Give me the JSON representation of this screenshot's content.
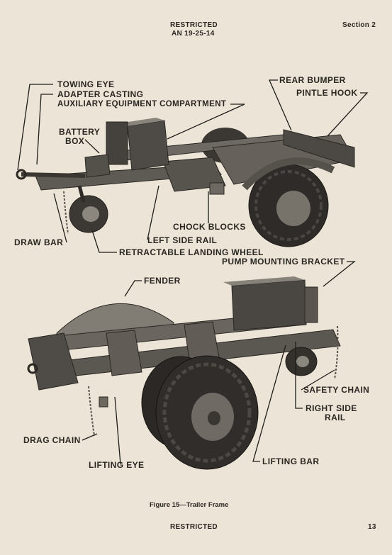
{
  "header": {
    "classification": "RESTRICTED",
    "doc_number": "AN 19-25-14",
    "section": "Section 2"
  },
  "top_figure": {
    "labels": {
      "towing_eye": "TOWING EYE",
      "adapter_casting": "ADAPTER CASTING",
      "auxiliary_compartment": "AUXILIARY EQUIPMENT COMPARTMENT",
      "battery_box_line1": "BATTERY",
      "battery_box_line2": "BOX",
      "rear_bumper": "REAR BUMPER",
      "pintle_hook": "PINTLE HOOK",
      "chock_blocks": "CHOCK BLOCKS",
      "left_side_rail": "LEFT SIDE RAIL",
      "draw_bar": "DRAW BAR",
      "landing_wheel": "RETRACTABLE LANDING WHEEL"
    }
  },
  "bottom_figure": {
    "labels": {
      "pump_bracket": "PUMP MOUNTING BRACKET",
      "fender": "FENDER",
      "safety_chain": "SAFETY CHAIN",
      "right_side_rail_line1": "RIGHT SIDE",
      "right_side_rail_line2": "RAIL",
      "drag_chain": "DRAG CHAIN",
      "lifting_eye": "LIFTING EYE",
      "lifting_bar": "LIFTING BAR"
    }
  },
  "caption": "Figure 15—Trailer Frame",
  "footer": {
    "classification": "RESTRICTED",
    "page_number": "13"
  }
}
